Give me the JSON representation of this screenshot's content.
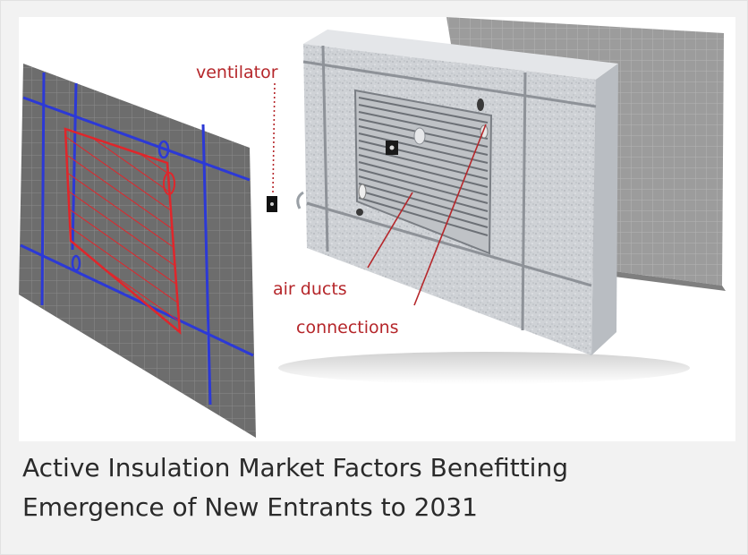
{
  "figure": {
    "labels": {
      "ventilator": "ventilator",
      "air_ducts": "air ducts",
      "connections": "connections"
    },
    "colors": {
      "callout": "#b5262a",
      "grid_line": "#2c39d6",
      "hatch": "#e0262b",
      "panel_gray": "#6f6f6f",
      "board": "#d4d6da"
    }
  },
  "caption": {
    "line1": "Active Insulation Market Factors Benefitting",
    "line2": "Emergence of New Entrants to 2031"
  }
}
